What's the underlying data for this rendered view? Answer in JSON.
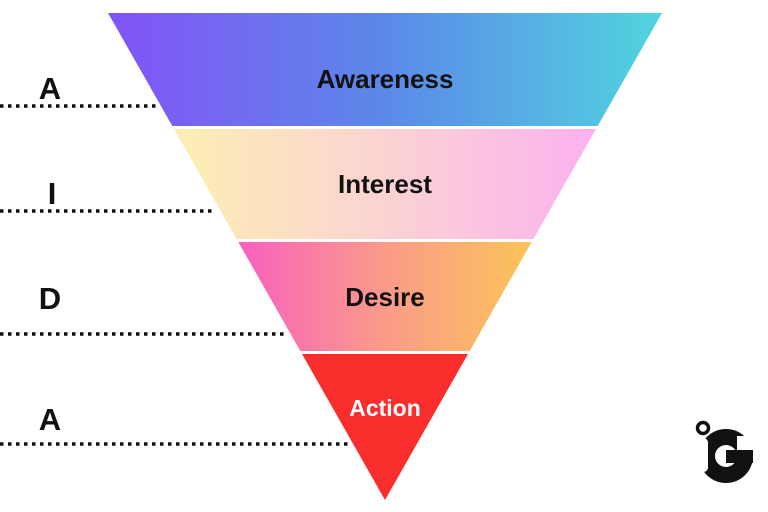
{
  "diagram": {
    "type": "inverted-funnel",
    "background": "#FFFFFF",
    "line_color": "#111111",
    "stages": [
      {
        "initial": "A",
        "label": "Awareness",
        "label_color": "#111111",
        "gradient": [
          "#8253F6",
          "#5C88E9",
          "#50D5DE"
        ]
      },
      {
        "initial": "I",
        "label": "Interest",
        "label_color": "#111111",
        "gradient": [
          "#FCEFB2",
          "#FBD3D3",
          "#FBB1EF"
        ]
      },
      {
        "initial": "D",
        "label": "Desire",
        "label_color": "#111111",
        "gradient": [
          "#F960BE",
          "#FA9B8A",
          "#FBC457"
        ]
      },
      {
        "initial": "A",
        "label": "Action",
        "label_color": "#FFFFFF",
        "gradient": [
          "#FA2D2D",
          "#FA2D2D",
          "#FA2D2D"
        ]
      }
    ],
    "logo": {
      "name": "iG monogram",
      "color": "#111111"
    }
  }
}
